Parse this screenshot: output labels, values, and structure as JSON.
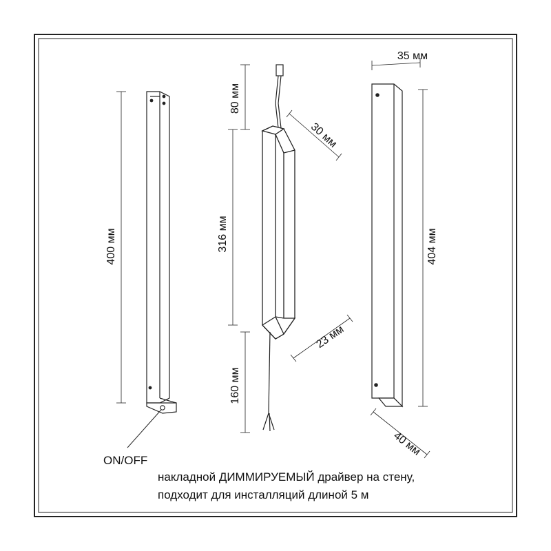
{
  "dimensions": {
    "left_height": "400 мм",
    "driver_top_cable": "80 мм",
    "driver_width": "30 мм",
    "driver_length": "316 мм",
    "driver_depth": "23 мм",
    "driver_bottom_cable": "160 мм",
    "right_width": "35 мм",
    "right_height": "404 мм",
    "right_depth": "40 мм"
  },
  "switch_label": "ON/OFF",
  "description": {
    "line1": "накладной ДИММИРУЕМЫЙ драйвер на стену,",
    "line2": "подходит для инсталляций длиной 5 м"
  }
}
